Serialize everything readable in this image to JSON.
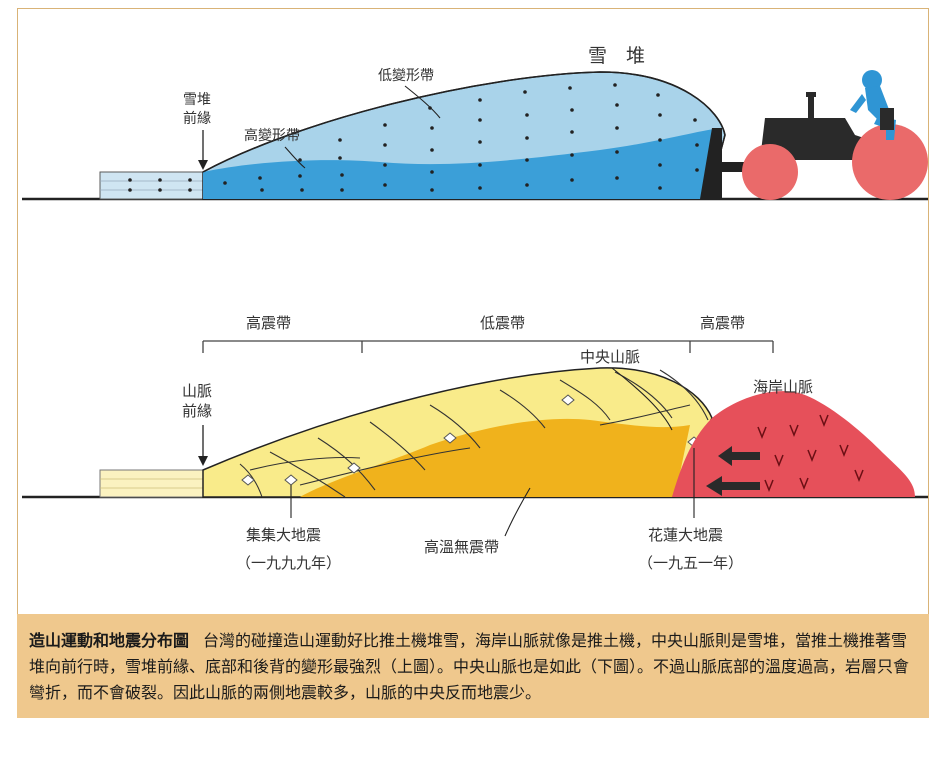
{
  "top_diagram": {
    "snow_pile_label": "雪　堆",
    "snow_front_label": [
      "雪堆",
      "前緣"
    ],
    "high_deformation_label": "高變形帶",
    "low_deformation_label": "低變形帶"
  },
  "bottom_diagram": {
    "zone_high_left": "高震帶",
    "zone_low": "低震帶",
    "zone_high_right": "高震帶",
    "central_range_label": "中央山脈",
    "coastal_range_label": "海岸山脈",
    "mountain_front_label": [
      "山脈",
      "前緣"
    ],
    "chichi_quake_label": [
      "集集大地震",
      "（一九九九年）"
    ],
    "aseismic_label": "高溫無震帶",
    "hualien_quake_label": [
      "花蓮大地震",
      "（一九五一年）"
    ]
  },
  "caption": {
    "title": "造山運動和地震分布圖",
    "text": "台灣的碰撞造山運動好比推土機堆雪，海岸山脈就像是推土機，中央山脈則是雪堆，當推土機推著雪堆向前行時，雪堆前緣、底部和後背的變形最強烈（上圖）。中央山脈也是如此（下圖）。不過山脈底部的溫度過高，岩層只會彎折，而不會破裂。因此山脈的兩側地震較多，山脈的中央反而地震少。"
  },
  "colors": {
    "frame_border": "#d9b377",
    "caption_bg": "#efc88d",
    "snow_light": "#a9d3ea",
    "snow_dark": "#3b9fd8",
    "rock_light": "#f9eb8a",
    "rock_dark": "#f0b21c",
    "coastal_range": "#e6505a",
    "tractor_wheel": "#ea6a6a"
  }
}
